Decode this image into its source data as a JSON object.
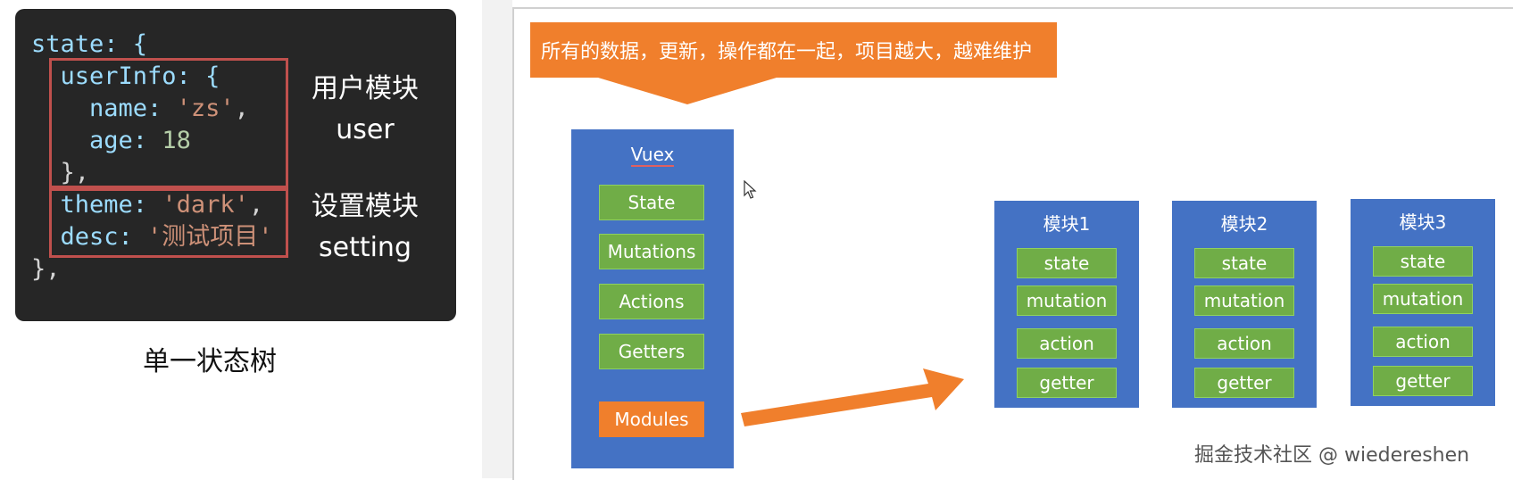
{
  "code": {
    "lines": [
      [
        {
          "t": "state: {",
          "c": "k"
        }
      ],
      [
        {
          "t": "  userInfo: {",
          "c": "k"
        }
      ],
      [
        {
          "t": "    name: ",
          "c": "k"
        },
        {
          "t": "'zs'",
          "c": "s"
        },
        {
          "t": ",",
          "c": "p"
        }
      ],
      [
        {
          "t": "    age: ",
          "c": "k"
        },
        {
          "t": "18",
          "c": "n"
        }
      ],
      [
        {
          "t": "  },",
          "c": "p"
        }
      ],
      [
        {
          "t": "  theme: ",
          "c": "k"
        },
        {
          "t": "'dark'",
          "c": "s"
        },
        {
          "t": ",",
          "c": "p"
        }
      ],
      [
        {
          "t": "  desc: ",
          "c": "k"
        },
        {
          "t": "'测试项目'",
          "c": "s"
        }
      ],
      [
        {
          "t": "},",
          "c": "p"
        }
      ]
    ],
    "user_module_label": "用户模块",
    "user_module_name": "user",
    "setting_module_label": "设置模块",
    "setting_module_name": "setting"
  },
  "caption": "单一状态树",
  "callout": "所有的数据，更新，操作都在一起，项目越大，越难维护",
  "vuex": {
    "title": "Vuex",
    "items": [
      "State",
      "Mutations",
      "Actions",
      "Getters"
    ],
    "modules_label": "Modules"
  },
  "modules": [
    {
      "title": "模块1",
      "items": [
        "state",
        "mutation",
        "action",
        "getter"
      ]
    },
    {
      "title": "模块2",
      "items": [
        "state",
        "mutation",
        "action",
        "getter"
      ]
    },
    {
      "title": "模块3",
      "items": [
        "state",
        "mutation",
        "action",
        "getter"
      ]
    }
  ],
  "watermark": "掘金技术社区 @ wiedereshen",
  "colors": {
    "code_bg": "#262626",
    "highlight_box": "#c0504d",
    "callout": "#f07f2c",
    "box_blue": "#4472c4",
    "item_green": "#70ad47"
  }
}
